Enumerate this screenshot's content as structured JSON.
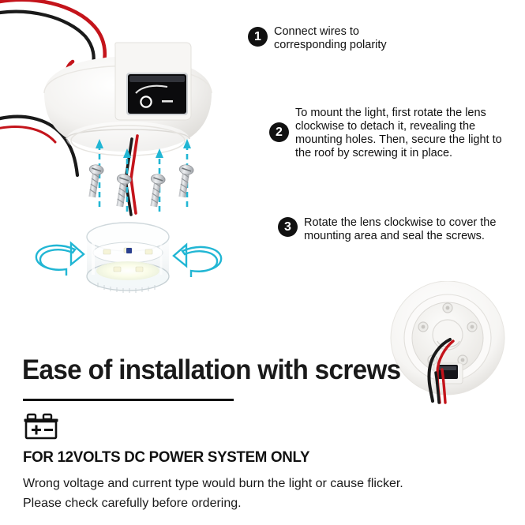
{
  "steps": [
    {
      "number": "1",
      "text": "Connect wires to\ncorresponding polarity"
    },
    {
      "number": "2",
      "text": "To mount the light, first rotate the lens\nclockwise to detach it, revealing the\nmounting holes. Then, secure the light to\nthe roof by screwing it in place."
    },
    {
      "number": "3",
      "text": "Rotate the lens clockwise to cover the\nmounting area and seal the screws."
    }
  ],
  "headline": "Ease of installation with screws",
  "warning": {
    "title": "FOR 12VOLTS DC POWER SYSTEM ONLY",
    "body": "Wrong voltage and current type would burn the light or cause flicker.\nPlease check carefully before ordering."
  },
  "icons": {
    "battery": "battery-icon",
    "rocker_switch": "rocker-switch-icon",
    "rotate_left": "rotate-arrow-left-icon",
    "rotate_right": "rotate-arrow-right-icon",
    "assembly_arrows": "upward-assembly-arrow-icon"
  },
  "product": {
    "base_name": "dome-light-base",
    "lens_name": "led-lens-puck",
    "screw_count": 4,
    "mounting_plate_name": "mounting-plate-top-view"
  },
  "colors": {
    "accent_cyan": "#21b6d4",
    "wire_red": "#c4141b",
    "wire_black": "#1a1a1a",
    "text_dark": "#111111",
    "housing_white": "#f2f1ef"
  }
}
